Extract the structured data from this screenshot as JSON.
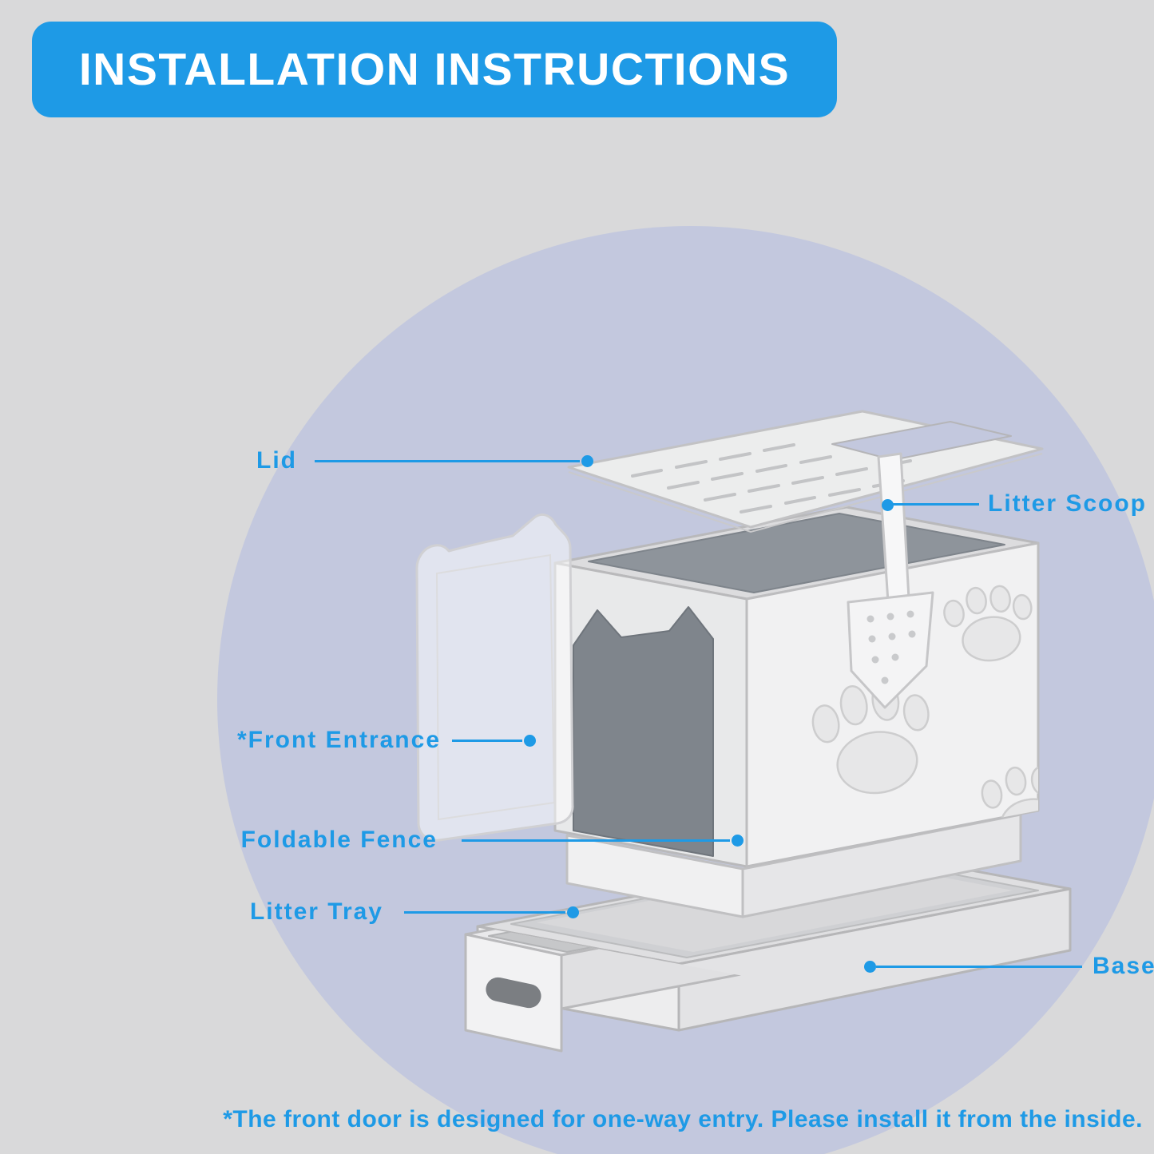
{
  "title": "INSTALLATION INSTRUCTIONS",
  "labels": {
    "lid": "Lid",
    "litter_scoop": "Litter Scoop",
    "front_entrance": "*Front Entrance",
    "foldable_fence": "Foldable Fence",
    "litter_tray": "Litter Tray",
    "base": "Base"
  },
  "footnote": "*The front door is designed for one-way entry. Please install it from the inside.",
  "colors": {
    "accent": "#1e9ae6",
    "banner_bg": "#1e9ae6",
    "banner_text": "#ffffff",
    "page_bg": "#d9d9da",
    "circle_bg": "#c3c8de"
  }
}
